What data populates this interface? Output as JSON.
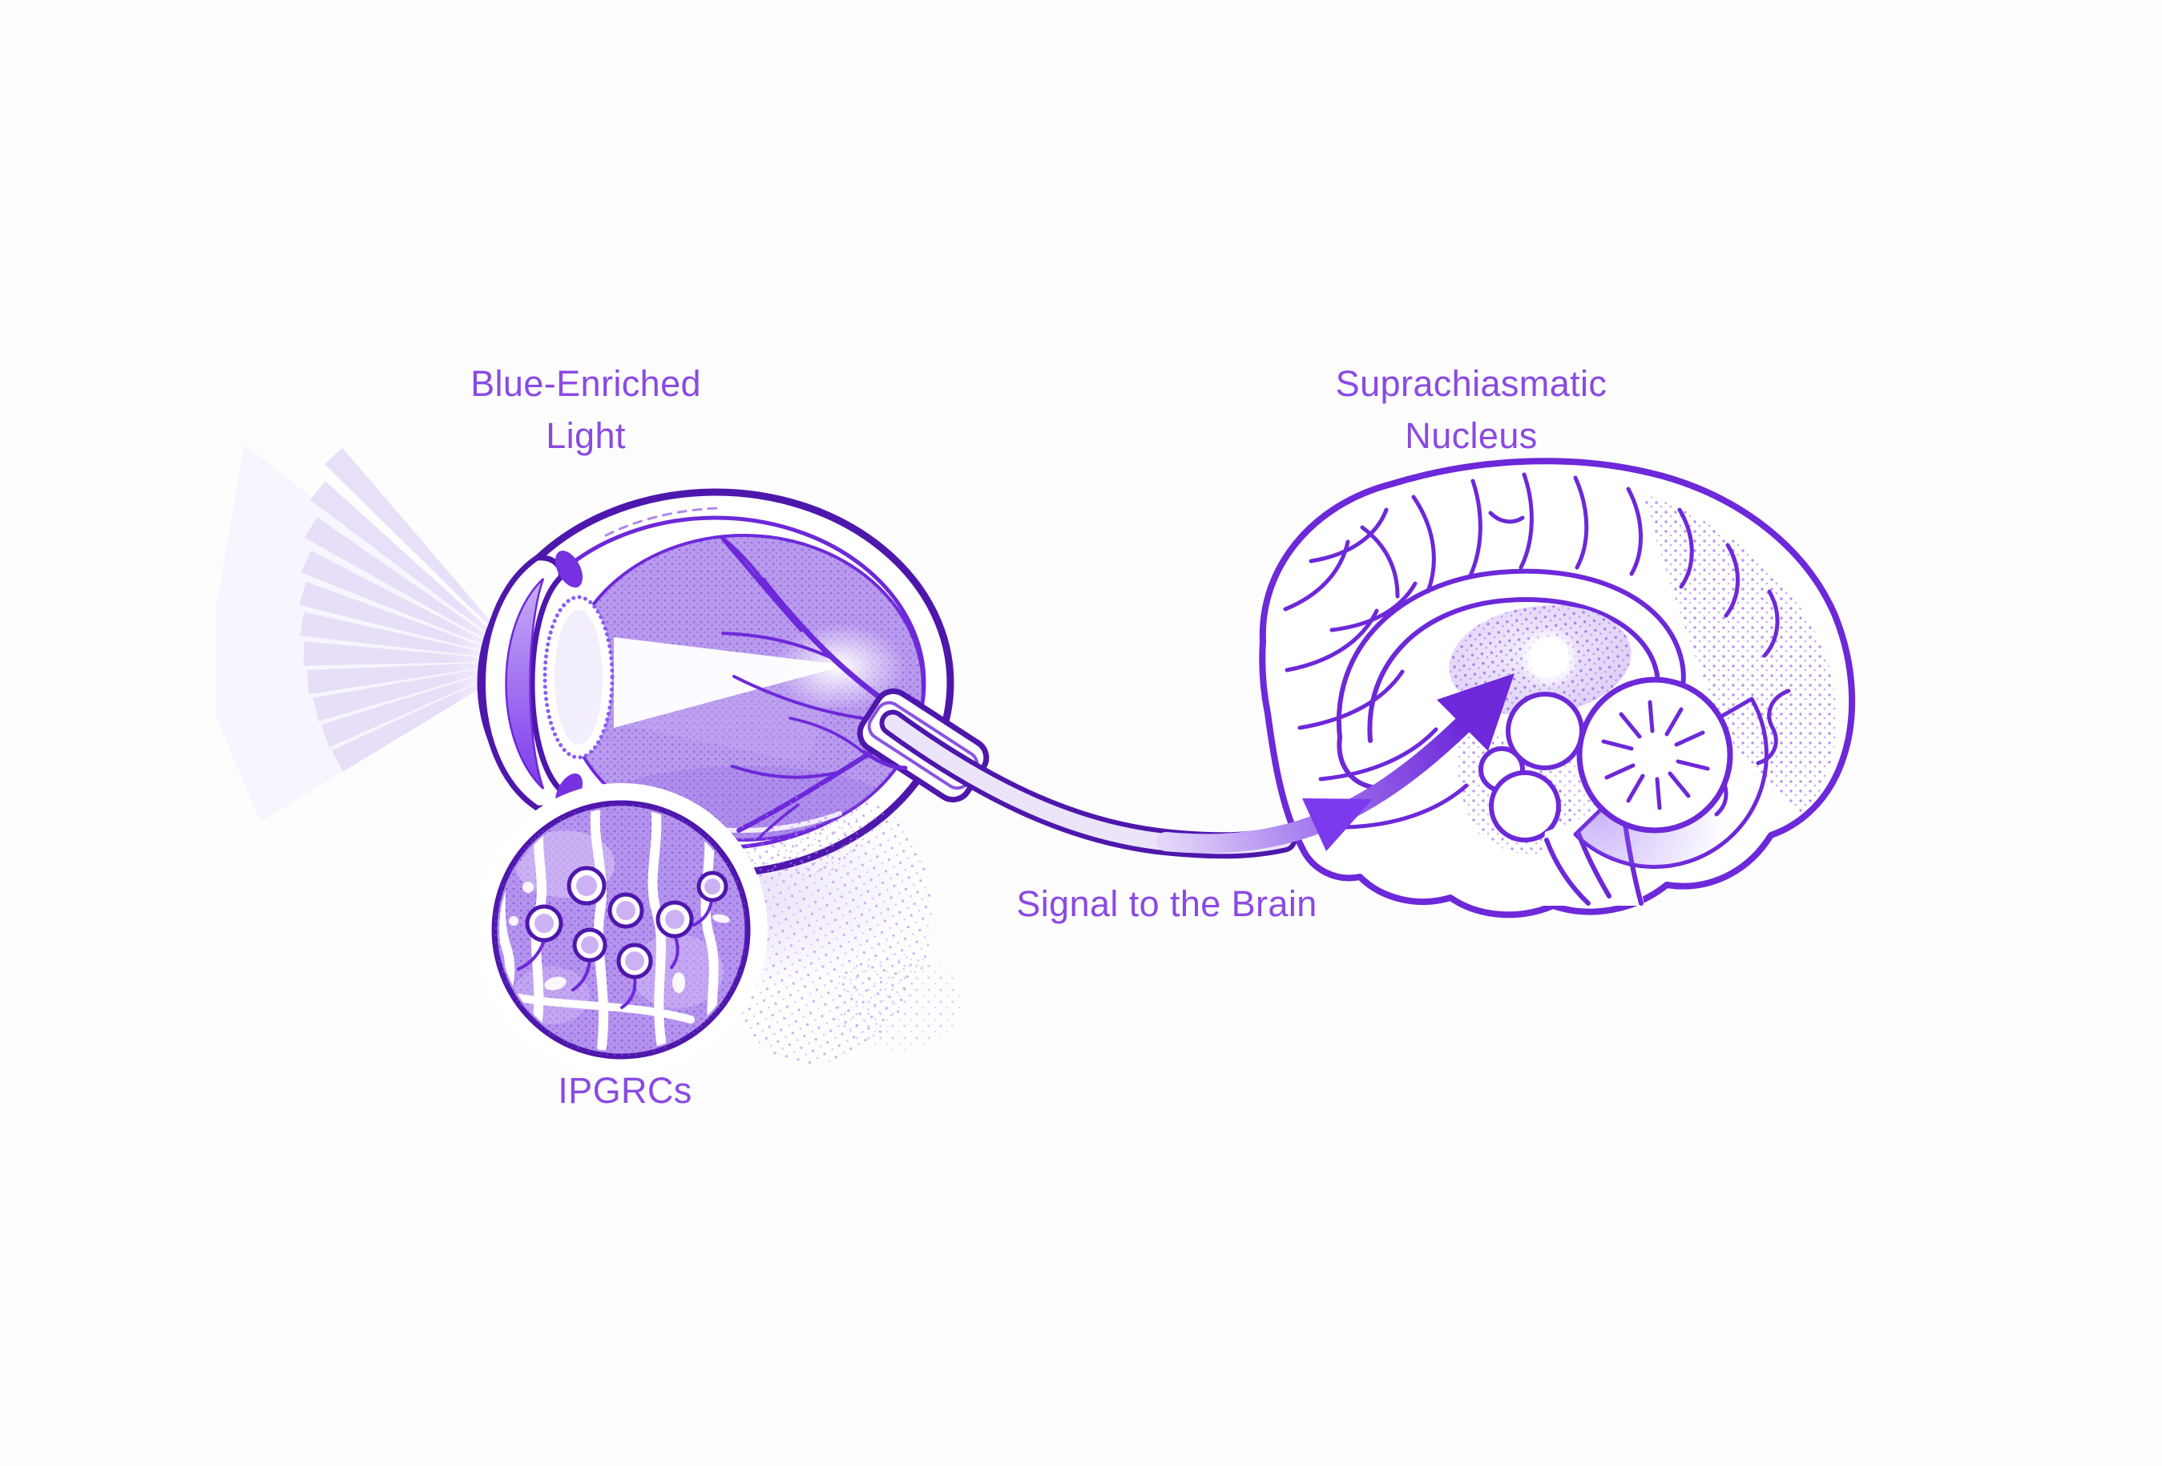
{
  "labels": {
    "blue_enriched_light": "Blue-Enriched Light",
    "suprachiasmatic_nucleus": "Suprachiasmatic Nucleus",
    "signal_to_brain": "Signal to the Brain",
    "ipgrcs": "IPGRCs"
  },
  "theme": {
    "background": "#fdfdfe",
    "label_color": "#8a4ae2",
    "outline": "#6d28d9",
    "outline_dark": "#4e17ac",
    "accent": "#7c3aed",
    "fill_light": "#b99bee",
    "fill_pale": "#e6dcf8"
  }
}
